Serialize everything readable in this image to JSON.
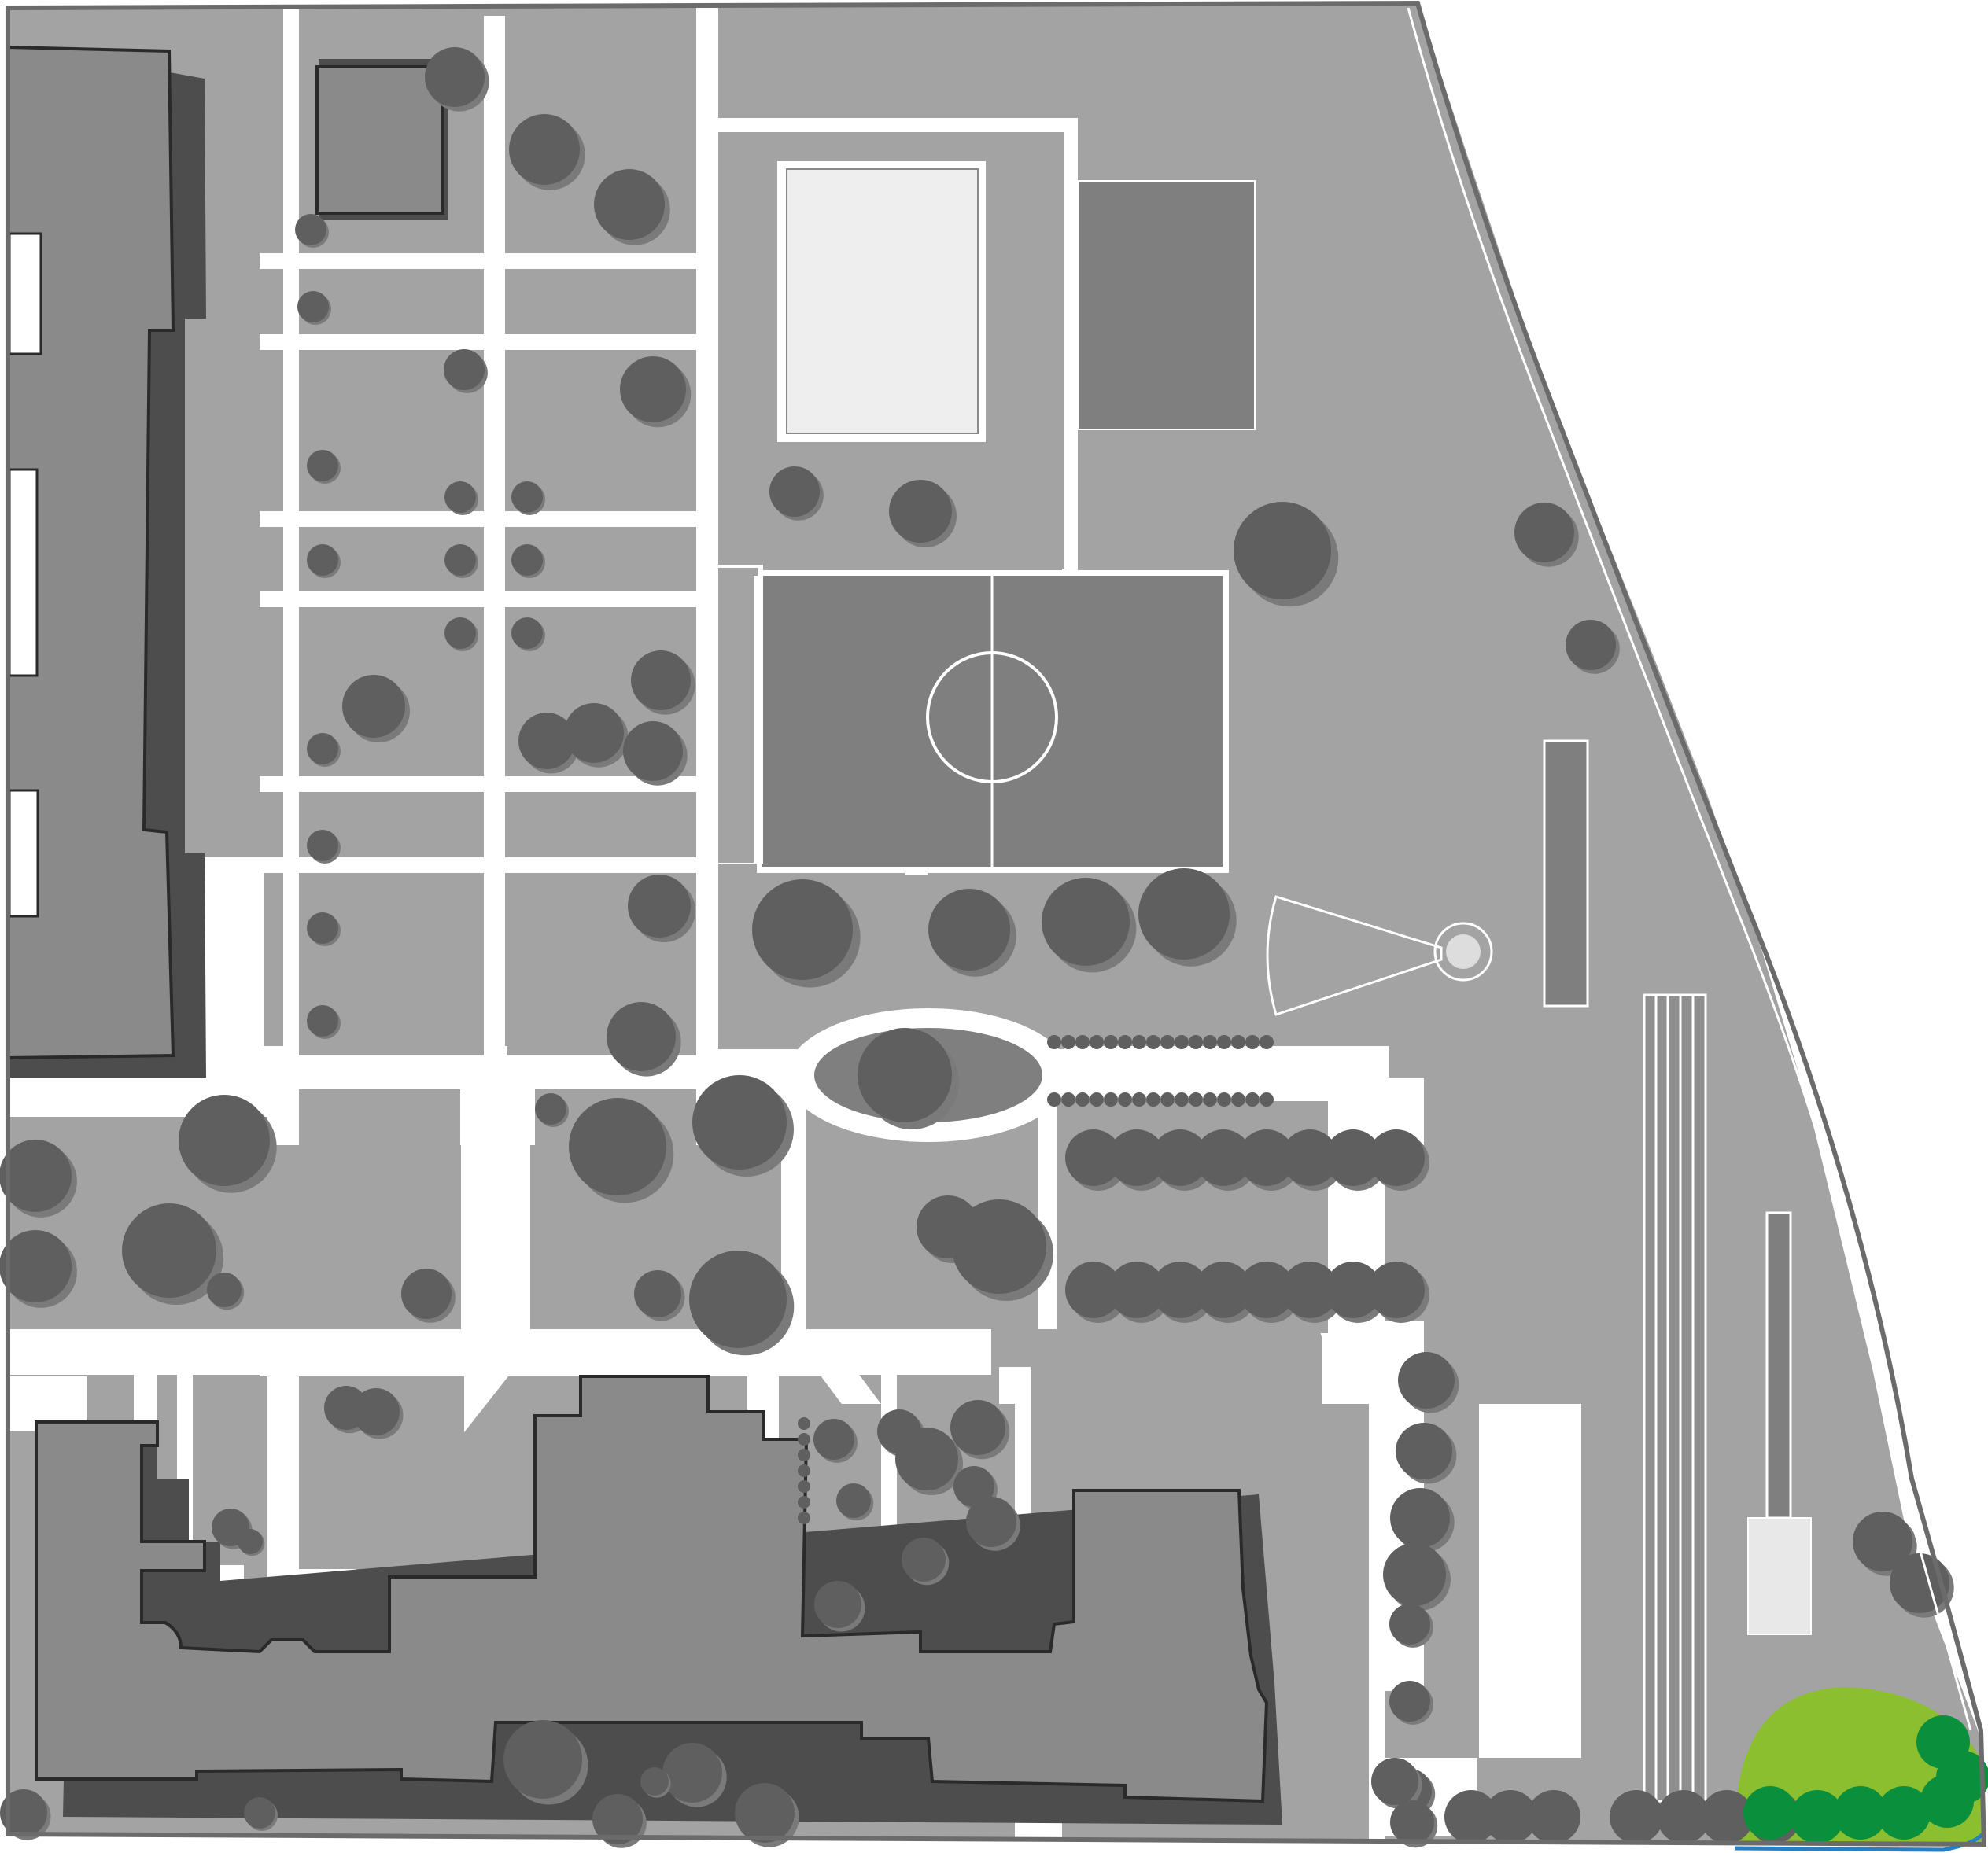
{
  "map": {
    "type": "site-plan",
    "colors": {
      "ground": "#a3a3a3",
      "path": "#ffffff",
      "building": "#8a8a8a",
      "building_shadow": "#4d4d4d",
      "court": "#7f7f7f",
      "tree": "#5f5f5f",
      "tree_shadow": "#7a7a7a",
      "light_area": "#eeeeee",
      "boundary": "#6b6b6b",
      "green_area": "#8cbf2f",
      "hedge": "#0a8f3c",
      "water_edge": "#2a7fc0"
    },
    "features": [
      "buildings",
      "paths",
      "garden-plots",
      "football-pitch",
      "tennis-court",
      "oval-plaza",
      "running-track",
      "sundial",
      "trees",
      "hedge",
      "green-area"
    ]
  }
}
